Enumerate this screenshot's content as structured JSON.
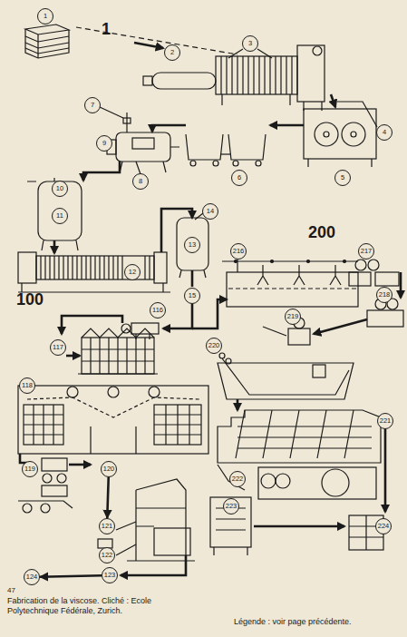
{
  "diagram": {
    "caption": "Fabrication de la viscose. Cliché : Ecole Polytechnique Fédérale, Zurich.",
    "nodes": [
      {
        "text": [
          "1"
        ]
      },
      {
        "text": [
          "2"
        ]
      },
      {
        "text": [
          "3"
        ]
      },
      {
        "text": [
          "4"
        ]
      },
      {
        "text": [
          "5"
        ]
      },
      {
        "text": [
          "6"
        ]
      },
      {
        "text": [
          "7"
        ]
      },
      {
        "text": [
          "8"
        ]
      },
      {
        "text": [
          "9"
        ]
      },
      {
        "text": [
          "10"
        ]
      },
      {
        "text": [
          "11"
        ]
      },
      {
        "text": [
          "12"
        ]
      },
      {
        "text": [
          "13"
        ]
      },
      {
        "text": [
          "14"
        ]
      },
      {
        "text": [
          "15"
        ]
      },
      {
        "text": [
          "116"
        ]
      },
      {
        "text": [
          "117"
        ]
      },
      {
        "text": [
          "118"
        ]
      },
      {
        "text": [
          "119"
        ]
      },
      {
        "text": [
          "120"
        ]
      },
      {
        "text": [
          "121"
        ]
      },
      {
        "text": [
          "122"
        ]
      },
      {
        "text": [
          "123"
        ]
      },
      {
        "text": [
          "124"
        ]
      },
      {
        "text": [
          "216"
        ]
      },
      {
        "text": [
          "217"
        ]
      },
      {
        "text": [
          "218"
        ]
      },
      {
        "text": [
          "219"
        ]
      },
      {
        "text": [
          "220"
        ]
      },
      {
        "text": [
          "221"
        ]
      },
      {
        "text": [
          "222"
        ]
      },
      {
        "text": [
          "223"
        ]
      },
      {
        "text": [
          "224"
        ]
      }
    ],
    "edges": [
      {
        "from": 19,
        "to": 20,
        "arrow": "to"
      },
      {
        "from": 22,
        "to": 23,
        "arrow": "to"
      }
    ],
    "labels": [
      "1",
      "200",
      "100",
      "47",
      "Légende : voir page précédente."
    ]
  }
}
